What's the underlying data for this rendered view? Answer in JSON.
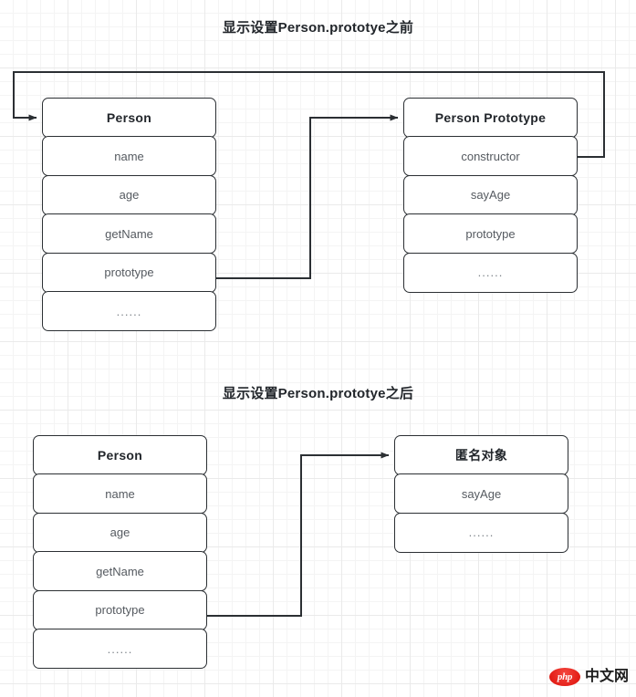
{
  "diagram": {
    "sections": [
      {
        "id": "before",
        "title": "显示设置Person.prototye之前"
      },
      {
        "id": "after",
        "title": "显示设置Person.prototye之后"
      }
    ],
    "nodes": {
      "person_top": {
        "header": "Person",
        "rows": [
          "name",
          "age",
          "getName",
          "prototype",
          "......"
        ]
      },
      "person_prototype": {
        "header": "Person Prototype",
        "rows": [
          "constructor",
          "sayAge",
          "prototype",
          "......"
        ]
      },
      "person_bottom": {
        "header": "Person",
        "rows": [
          "name",
          "age",
          "getName",
          "prototype",
          "......"
        ]
      },
      "anonymous": {
        "header": "匿名对象",
        "rows": [
          "sayAge",
          "......"
        ]
      }
    },
    "edges": [
      {
        "id": "prototype-to-person-prototype",
        "from": "person_top.prototype",
        "to": "person_prototype.header",
        "arrow": "to"
      },
      {
        "id": "constructor-to-person",
        "from": "person_prototype.constructor",
        "to": "person_top.header",
        "arrow": "to"
      },
      {
        "id": "prototype-to-anonymous",
        "from": "person_bottom.prototype",
        "to": "anonymous.header",
        "arrow": "to"
      }
    ],
    "colors": {
      "border": "#2b2f33",
      "header_text": "#22262b",
      "row_text": "#555a60",
      "grid_minor": "#f4f4f4",
      "grid_major": "#eaeaea",
      "background": "#ffffff",
      "watermark_red": "#e41f18"
    }
  },
  "watermark": {
    "badge": "php",
    "text": "中文网"
  }
}
